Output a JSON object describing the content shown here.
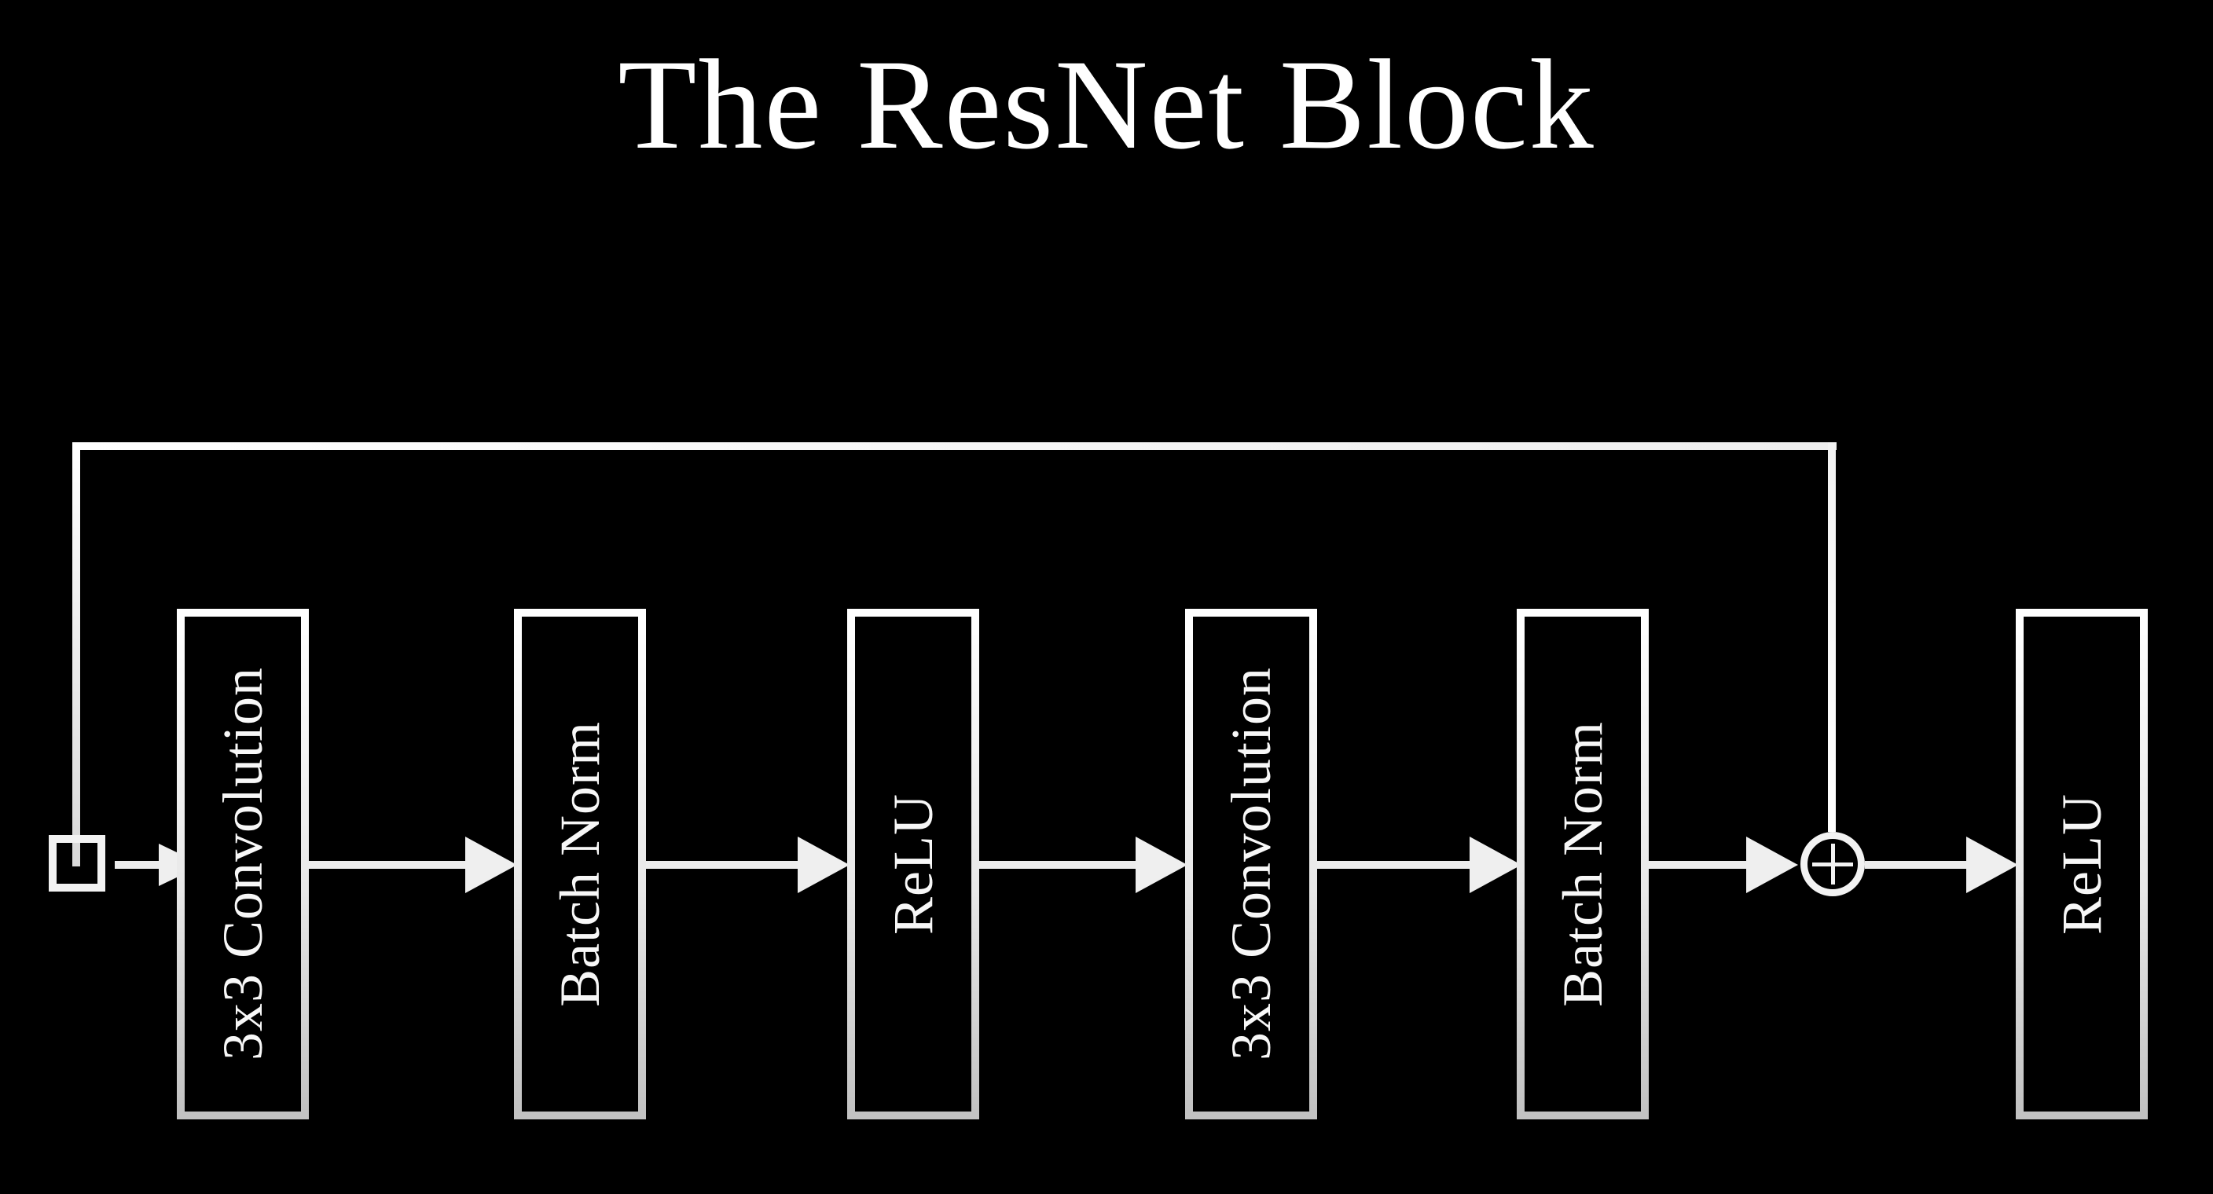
{
  "title": "The ResNet Block",
  "pipeline": {
    "boxes": [
      {
        "label": "3x3 Convolution"
      },
      {
        "label": "Batch Norm"
      },
      {
        "label": "ReLU"
      },
      {
        "label": "3x3 Convolution"
      },
      {
        "label": "Batch Norm"
      },
      {
        "label": "ReLU"
      }
    ],
    "input_marker": "input-square",
    "add_operator": {
      "symbol": "+",
      "name": "element-wise addition"
    },
    "skip_connection": {
      "from": "input",
      "to": "add-operator"
    },
    "flow": "input → 3x3 Convolution → Batch Norm → ReLU → 3x3 Convolution → Batch Norm → (+ skip) → ReLU"
  },
  "colors": {
    "background": "#000000",
    "stroke_top": "#ffffff",
    "stroke_bottom": "#c2c2c2",
    "stroke": "#efefef",
    "text": "#f7f7f7"
  }
}
